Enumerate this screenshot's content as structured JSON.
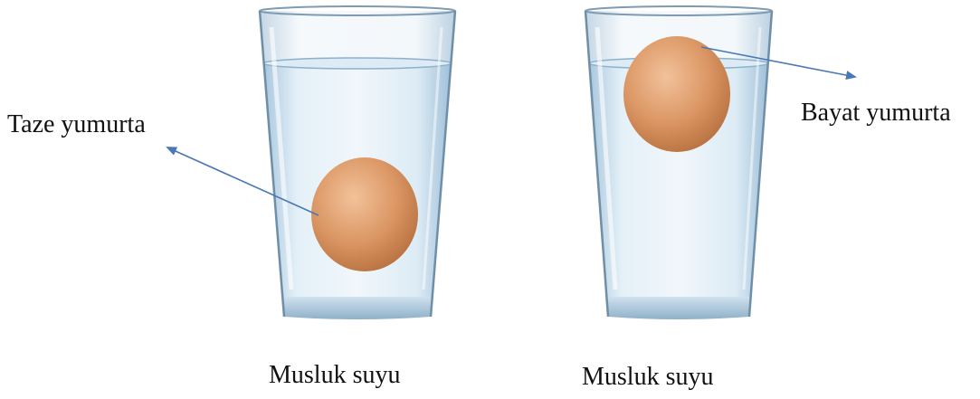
{
  "labels": {
    "fresh_egg": "Taze yumurta",
    "stale_egg": "Bayat yumurta"
  },
  "captions": {
    "left_glass": "Musluk suyu",
    "right_glass": "Musluk suyu"
  },
  "colors": {
    "arrow": "#4a78b5",
    "egg": "#d9935f",
    "water": "#cfe3f1",
    "glass_edge": "#7f9bb2"
  }
}
